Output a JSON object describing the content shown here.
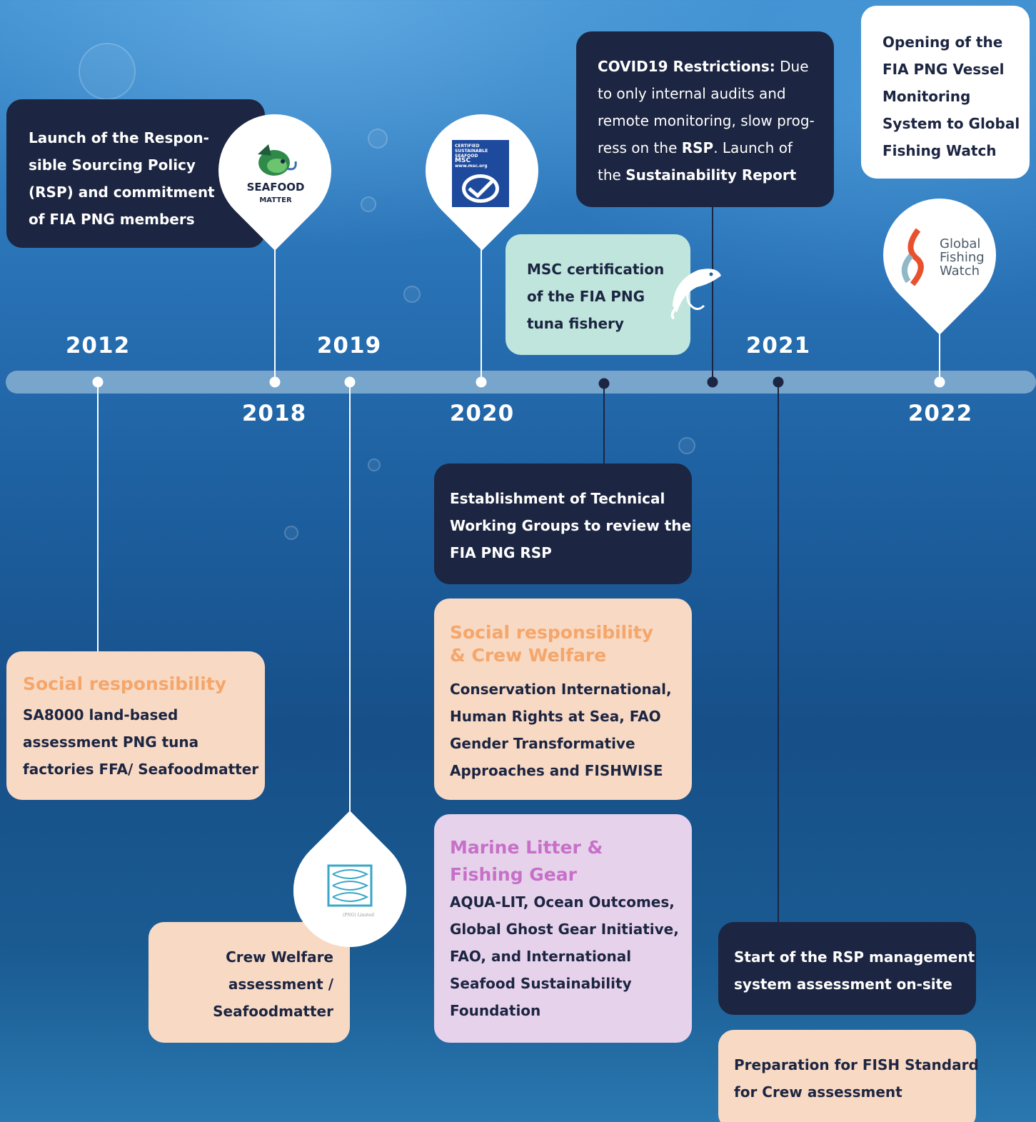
{
  "years": {
    "y2012": "2012",
    "y2018": "2018",
    "y2019": "2019",
    "y2020": "2020",
    "y2021": "2021",
    "y2022": "2022"
  },
  "boxes": {
    "rsp_launch": {
      "lines": [
        "Launch of the Respon-",
        "sible Sourcing Policy",
        "(RSP) and commitment",
        "of FIA PNG members"
      ]
    },
    "covid": {
      "bold_lead": "COVID19 Restrictions:",
      "lead_rest": " Due",
      "line2": "to only internal audits and",
      "line3": "remote monitoring, slow prog-",
      "line4_pre": "ress on the ",
      "line4_bold": "RSP",
      "line4_post": ".  Launch of",
      "line5_pre": "the ",
      "line5_bold": "Sustainability Report"
    },
    "vms": {
      "lines": [
        "Opening of the",
        "FIA PNG Vessel",
        "Monitoring",
        "System to Global",
        "Fishing Watch"
      ]
    },
    "msc": {
      "lines": [
        "MSC certification",
        "of the FIA PNG",
        "tuna fishery"
      ]
    },
    "twg": {
      "lines": [
        "Establishment of Technical",
        "Working Groups to review the",
        "FIA PNG RSP"
      ]
    },
    "social_2012": {
      "heading": "Social responsibility",
      "lines": [
        "SA8000 land-based",
        "assessment PNG tuna",
        "factories FFA/ Seafoodmatter"
      ]
    },
    "social_crew": {
      "heading_lines": [
        "Social responsibility",
        "& Crew Welfare"
      ],
      "lines": [
        "Conservation International,",
        "Human Rights at Sea, FAO",
        "Gender Transformative",
        "Approaches and FISHWISE"
      ]
    },
    "marine_litter": {
      "heading_lines": [
        "Marine Litter &",
        "Fishing Gear"
      ],
      "lines": [
        "AQUA-LIT, Ocean Outcomes,",
        "Global Ghost Gear Initiative,",
        "FAO, and International",
        "Seafood Sustainability",
        "Foundation"
      ]
    },
    "crew_welfare": {
      "lines": [
        "Crew Welfare",
        "assessment /",
        "Seafoodmatter"
      ]
    },
    "rsp_assessment": {
      "lines": [
        "Start of the RSP management",
        "system assessment on-site"
      ]
    },
    "fish_standard": {
      "lines": [
        "Preparation for FISH Standard",
        "for Crew assessment"
      ]
    }
  },
  "logos": {
    "seafood_matter": {
      "word1": "SEAFOOD",
      "word2": "MATTER"
    },
    "msc": {
      "line1": "CERTIFIED",
      "line2": "SUSTAINABLE",
      "line3": "SEAFOOD",
      "line4": "MSC",
      "line5": "www.msc.org"
    },
    "global_fishing_watch": {
      "line1": "Global",
      "line2": "Fishing",
      "line3": "Watch"
    },
    "fish_logo": {
      "caption": "(PNG) Limited"
    }
  },
  "colors": {
    "navy": "#1c2541",
    "peach": "#f8d9c4",
    "mint": "#bfe5dc",
    "lilac": "#e7d2ec",
    "orange_heading": "#f5a66a",
    "violet_heading": "#c770c7",
    "ocean": "#1d5f9f"
  }
}
